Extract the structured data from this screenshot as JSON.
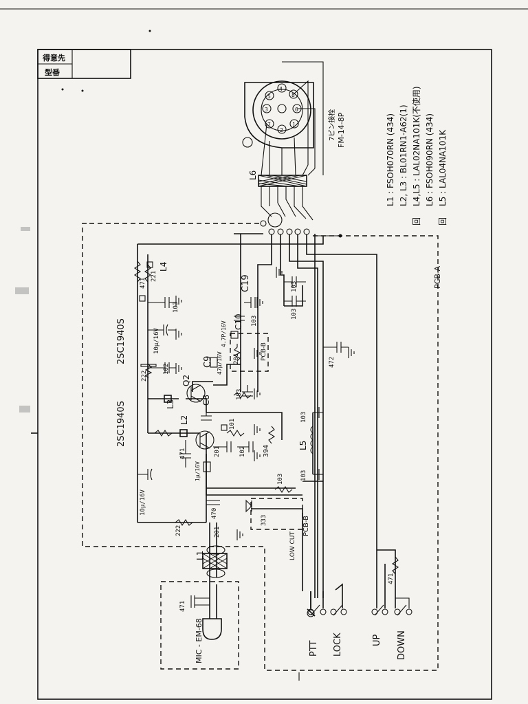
{
  "title_block": {
    "line1": "得意先",
    "line2": "型番"
  },
  "connector": {
    "label_top": "7ピン接栓",
    "label_model": "FM-14-8P",
    "pins": [
      "4",
      "8",
      "5",
      "3",
      "6",
      "7",
      "2",
      "1"
    ]
  },
  "parts_list": [
    "L1 : FSOH070RN (434)",
    "L2, L3 : BL01RN1-A62(1)",
    "L4,L5 : LAL02NA101K(不使用)",
    "L6 : FSOH090RN (434)",
    "L5 : LAL04NA101K"
  ],
  "parts_list_marks": [
    "回",
    "回"
  ],
  "labels": {
    "transistors_a": "2SC1940S",
    "transistors_b": "2SC1940S",
    "pcb_a": "PCB-A",
    "pcb_b1": "PCB-B",
    "pcb_b2": "PCB-B",
    "low_cut": "LOW CUT",
    "mic": "MIC - EM-68",
    "L1": "L1",
    "L2": "L2",
    "L3": "L3",
    "L4": "L4",
    "L5": "L5",
    "L6": "L6",
    "Q1": "Q2",
    "C8": "C8",
    "C9": "C9",
    "C10": "C10",
    "C19": "C19"
  },
  "component_values": {
    "r471_top": "471",
    "r221": "221",
    "c103_a": "103",
    "cap_10uf16v": "10μ/16V",
    "c102": "102",
    "r222_a": "222",
    "c4_7p": "4.7P/16V",
    "c47u": "47μ/16V",
    "r201": "201",
    "c103_b": "103",
    "r183": "183",
    "r101": "101",
    "c201": "201",
    "c102_b": "102",
    "r394": "394",
    "c471": "471",
    "c1u": "1μ/16V",
    "cap_10uf16v_b": "10μ/16V",
    "r222_b": "222",
    "c470": "470",
    "c201_b": "201",
    "r333": "333",
    "c103_c": "103",
    "c103_d": "103",
    "c103_e": "103",
    "c472": "472",
    "r471_ud": "471",
    "c471_mic": "471",
    "c103_f": "103",
    "c103_g": "103"
  },
  "switches": [
    "PTT",
    "LOCK",
    "UP",
    "DOWN"
  ]
}
